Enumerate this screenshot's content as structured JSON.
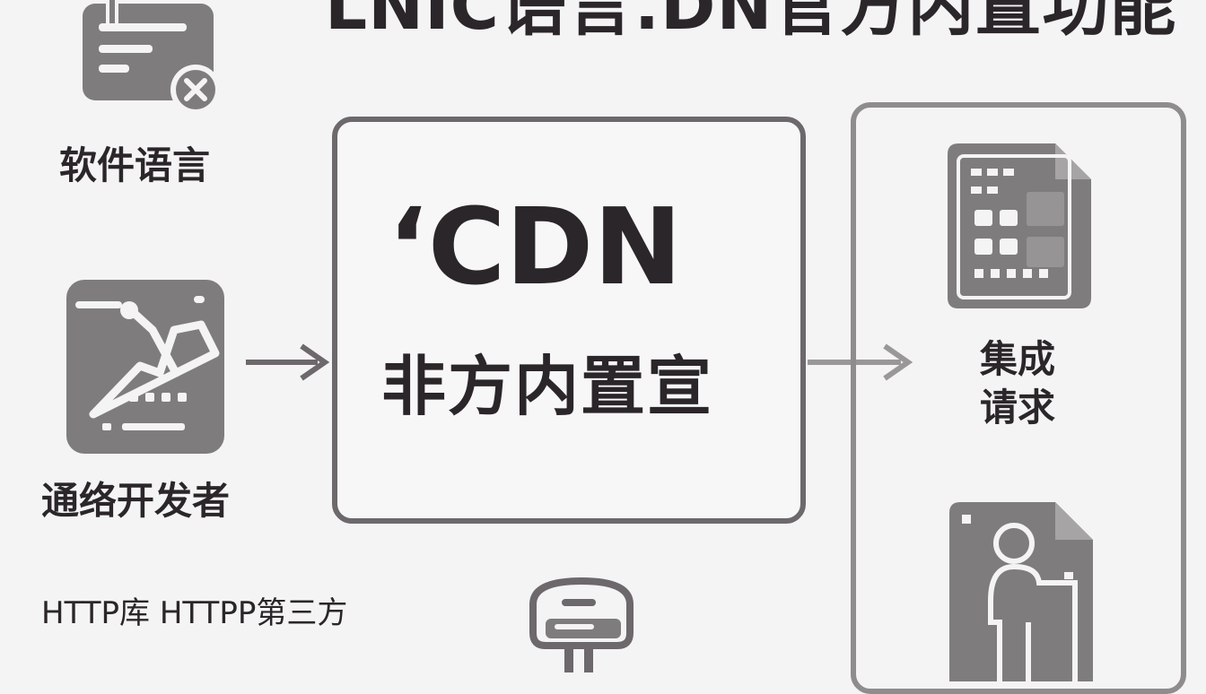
{
  "title": "LNIC语言.DN官方内置功能",
  "left_column": {
    "software_language": "软件语言",
    "network_developer": "通络开发者",
    "http_library": "HTTP库 HTTPP第三方"
  },
  "center_box": {
    "title": "‘CDN",
    "subtitle": "非方内置宣"
  },
  "right_panel": {
    "integrate_request": "集成请求"
  },
  "icons": [
    "document-error-icon",
    "network-tool-icon",
    "spreadsheet-document-icon",
    "user-document-icon",
    "keyboard-hand-icon"
  ],
  "colors": {
    "background": "#f4f4f4",
    "icon_gray": "#7f7c7e",
    "border_dark": "#6c686b",
    "border_light": "#8f8c8e",
    "text": "#2b2629"
  }
}
